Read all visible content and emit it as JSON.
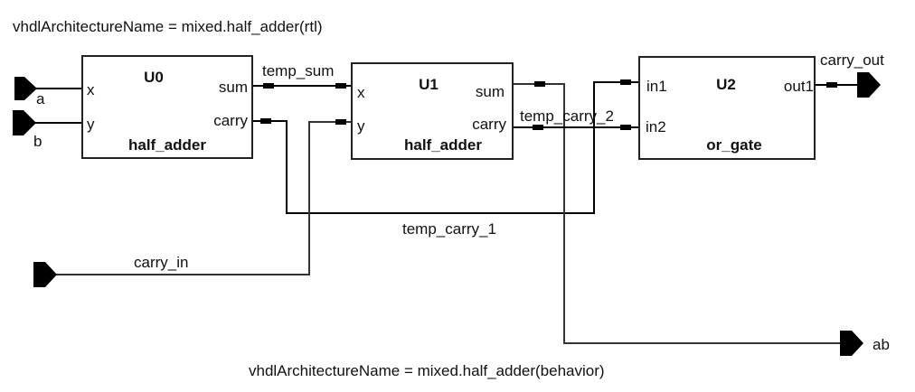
{
  "header": {
    "architecture_label": "vhdlArchitectureName = mixed.half_adder(rtl)"
  },
  "footer": {
    "architecture_label": "vhdlArchitectureName = mixed.half_adder(behavior)"
  },
  "instances": [
    {
      "id": "U0",
      "type": "half_adder",
      "inputs": [
        "x",
        "y"
      ],
      "outputs": [
        "sum",
        "carry"
      ]
    },
    {
      "id": "U1",
      "type": "half_adder",
      "inputs": [
        "x",
        "y"
      ],
      "outputs": [
        "sum",
        "carry"
      ]
    },
    {
      "id": "U2",
      "type": "or_gate",
      "inputs": [
        "in1",
        "in2"
      ],
      "outputs": [
        "out1"
      ]
    }
  ],
  "ports": {
    "a": "a",
    "b": "b",
    "carry_in": "carry_in",
    "carry_out": "carry_out",
    "ab": "ab"
  },
  "signals": {
    "temp_sum": "temp_sum",
    "temp_carry_1": "temp_carry_1",
    "temp_carry_2": "temp_carry_2"
  }
}
